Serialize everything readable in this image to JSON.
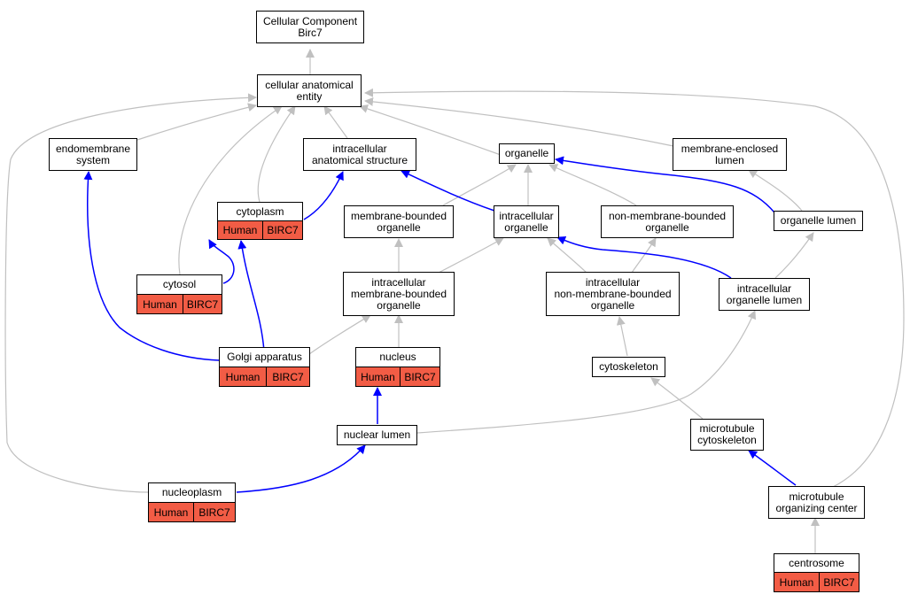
{
  "nodes": {
    "root": "Cellular Component\nBirc7",
    "cae": "cellular anatomical\nentity",
    "endo": "endomembrane\nsystem",
    "ias": "intracellular\nanatomical structure",
    "organelle": "organelle",
    "mel": "membrane-enclosed\nlumen",
    "cytoplasm": "cytoplasm",
    "mbo": "membrane-bounded\norganelle",
    "io": "intracellular\norganelle",
    "nmbo": "non-membrane-bounded\norganelle",
    "ol": "organelle lumen",
    "cytosol": "cytosol",
    "imbo": "intracellular\nmembrane-bounded\norganelle",
    "inmbo": "intracellular\nnon-membrane-bounded\norganelle",
    "iol": "intracellular\norganelle lumen",
    "golgi": "Golgi apparatus",
    "nucleus": "nucleus",
    "cytoskeleton": "cytoskeleton",
    "nlumen": "nuclear lumen",
    "mtc": "microtubule\ncytoskeleton",
    "nucleoplasm": "nucleoplasm",
    "mtoc": "microtubule\norganizing center",
    "centrosome": "centrosome"
  },
  "annotations": {
    "cytoplasm": {
      "species": "Human",
      "gene": "BIRC7"
    },
    "cytosol": {
      "species": "Human",
      "gene": "BIRC7"
    },
    "golgi": {
      "species": "Human",
      "gene": "BIRC7"
    },
    "nucleus": {
      "species": "Human",
      "gene": "BIRC7"
    },
    "nucleoplasm": {
      "species": "Human",
      "gene": "BIRC7"
    },
    "centrosome": {
      "species": "Human",
      "gene": "BIRC7"
    }
  },
  "colors": {
    "is_a_edge": "#c0c0c0",
    "part_of_edge": "#0000ff",
    "annotation_fill": "#f25c45"
  }
}
